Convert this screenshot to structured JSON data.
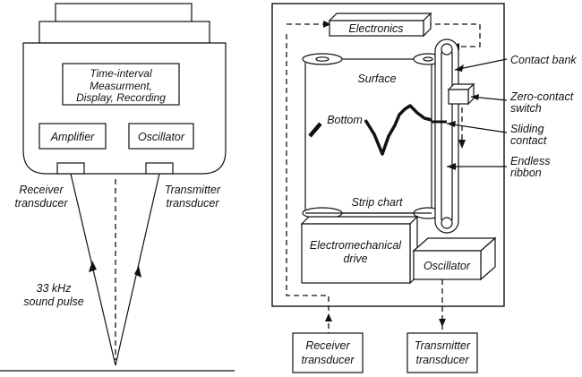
{
  "left_system": {
    "processor_line1": "Time-interval",
    "processor_line2": "Measurment,",
    "processor_line3": "Display, Recording",
    "amplifier": "Amplifier",
    "oscillator": "Oscillator",
    "receiver_line1": "Receiver",
    "receiver_line2": "transducer",
    "transmitter_line1": "Transmitter",
    "transmitter_line2": "transducer",
    "pulse_line1": "33 kHz",
    "pulse_line2": "sound pulse"
  },
  "right_system": {
    "electronics": "Electronics",
    "surface": "Surface",
    "bottom": "Bottom",
    "strip_chart": "Strip chart",
    "drive_line1": "Electromechanical",
    "drive_line2": "drive",
    "oscillator": "Oscillator",
    "contact_bank": "Contact bank",
    "zero_contact_line1": "Zero-contact",
    "zero_contact_line2": "switch",
    "sliding_line1": "Sliding",
    "sliding_line2": "contact",
    "ribbon_line1": "Endless",
    "ribbon_line2": "ribbon",
    "receiver_line1": "Receiver",
    "receiver_line2": "transducer",
    "transmitter_line1": "Transmitter",
    "transmitter_line2": "transducer"
  }
}
